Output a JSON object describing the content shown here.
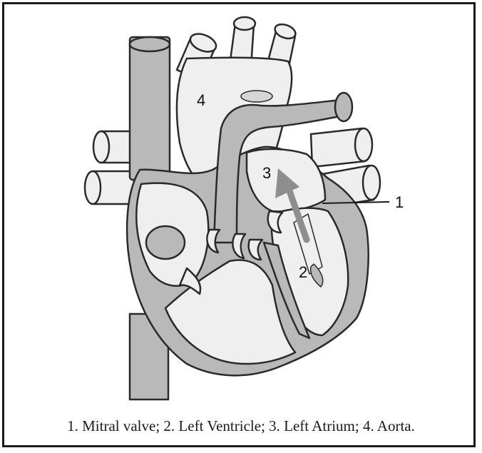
{
  "figure": {
    "caption": "1. Mitral valve; 2. Left Ventricle; 3. Left Atrium; 4. Aorta.",
    "labels": {
      "mitral_valve": "1",
      "left_ventricle": "2",
      "left_atrium": "3",
      "aorta": "4"
    }
  },
  "colors": {
    "wall": "#b9b9b9",
    "chamber": "#efefef",
    "outline": "#2a2a2a",
    "arrow": "#8e8e8e",
    "frame": "#1a1a1a"
  }
}
